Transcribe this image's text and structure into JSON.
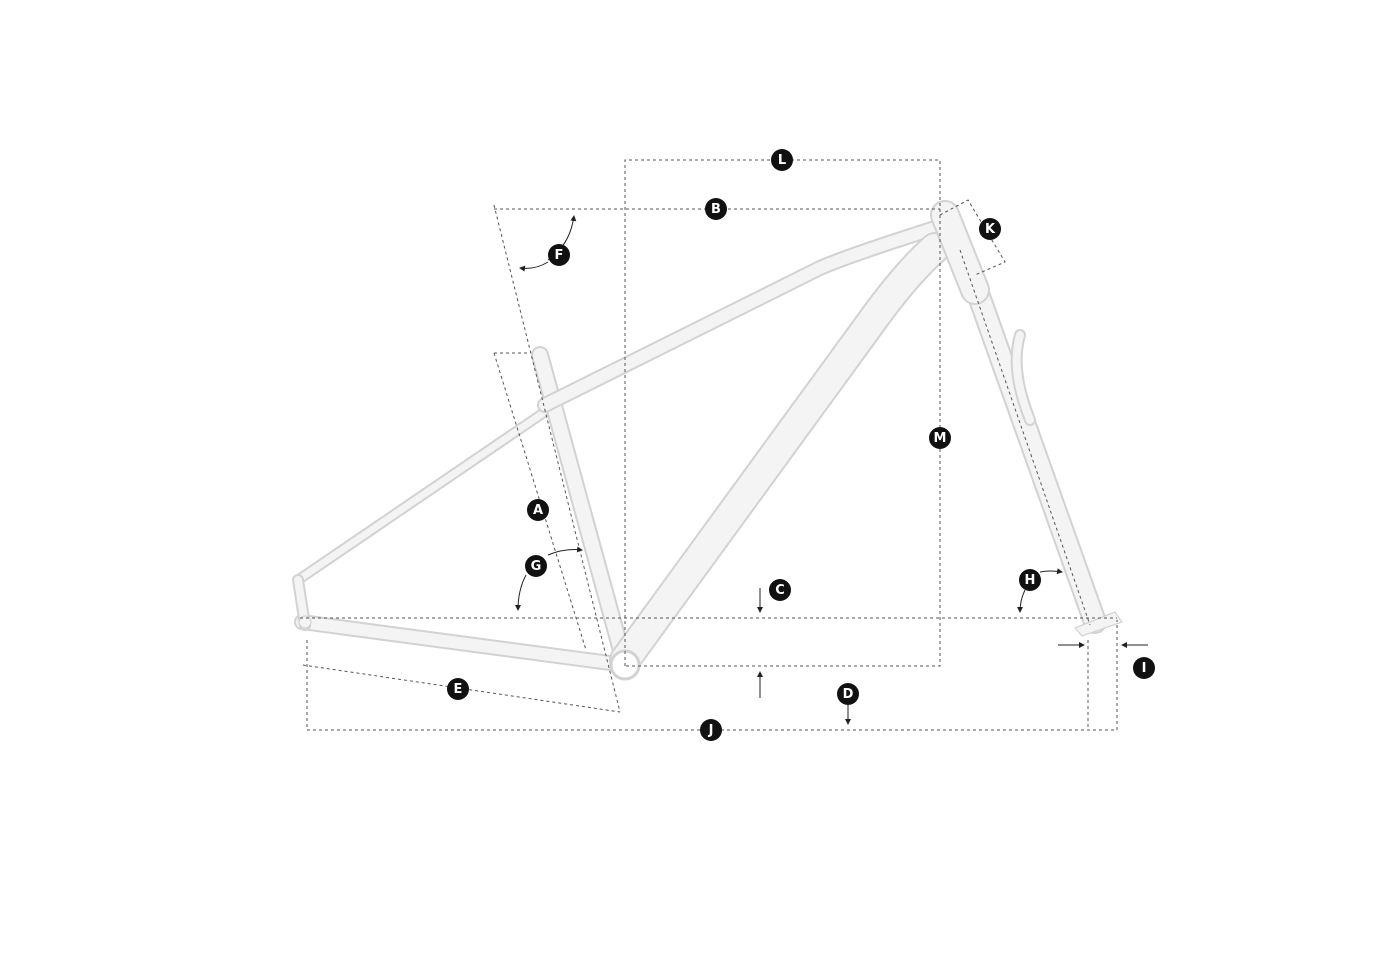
{
  "labels": {
    "A": "A",
    "B": "B",
    "C": "C",
    "D": "D",
    "E": "E",
    "F": "F",
    "G": "G",
    "H": "H",
    "I": "I",
    "J": "J",
    "K": "K",
    "L": "L",
    "M": "M"
  },
  "colors": {
    "badge": "#111111",
    "frame": "#f0f0f0",
    "frame_edge": "#d2d2d2",
    "dimension_line": "#555555"
  }
}
